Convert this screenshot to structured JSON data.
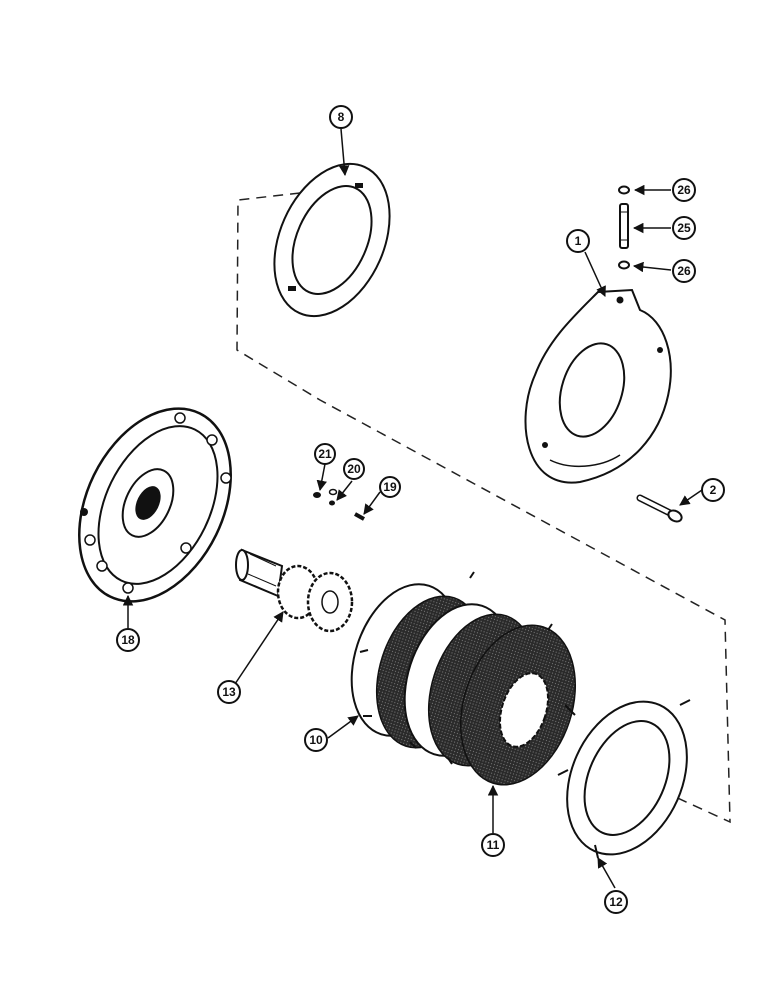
{
  "diagram": {
    "callouts": [
      {
        "id": "c8",
        "label": "8"
      },
      {
        "id": "c26a",
        "label": "26"
      },
      {
        "id": "c25",
        "label": "25"
      },
      {
        "id": "c26b",
        "label": "26"
      },
      {
        "id": "c1",
        "label": "1"
      },
      {
        "id": "c21",
        "label": "21"
      },
      {
        "id": "c20",
        "label": "20"
      },
      {
        "id": "c19",
        "label": "19"
      },
      {
        "id": "c2",
        "label": "2"
      },
      {
        "id": "c18",
        "label": "18"
      },
      {
        "id": "c13",
        "label": "13"
      },
      {
        "id": "c10",
        "label": "10"
      },
      {
        "id": "c11",
        "label": "11"
      },
      {
        "id": "c12",
        "label": "12"
      }
    ]
  }
}
